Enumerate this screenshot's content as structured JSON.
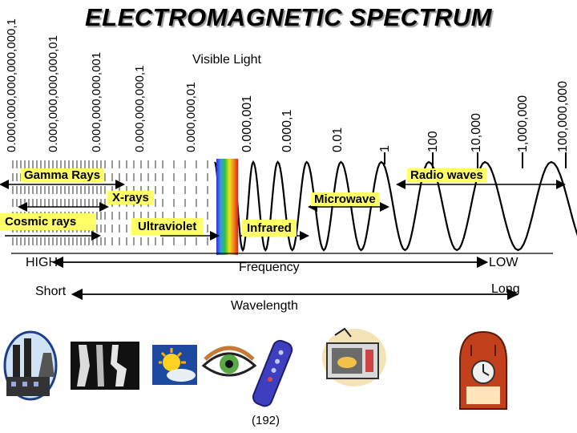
{
  "title": "ELECTROMAGNETIC SPECTRUM",
  "wavelength_scale": [
    "0.000,000,000,000,000,1",
    "0.000,000,000,000,01",
    "0.000,000,000,001",
    "0.000,000,000,1",
    "0.000,000,01",
    "0.000,001",
    "0.000,1",
    "0.01",
    "1",
    "100",
    "10,000",
    "1,000,000",
    "100,000,000"
  ],
  "visible_light_label": "Visible Light",
  "bands": {
    "gamma_rays": "Gamma Rays",
    "radio_waves": "Radio waves",
    "x_rays": "X-rays",
    "microwave": "Microwave",
    "cosmic_rays": "Cosmic rays",
    "ultraviolet": "Ultraviolet",
    "infrared": "Infrared"
  },
  "frequency": {
    "high": "HIGH",
    "label": "Frequency",
    "low": "LOW"
  },
  "wavelength": {
    "short": "Short",
    "label": "Wavelength",
    "long": "Long"
  },
  "page_number": "(192)",
  "colors": {
    "band_highlight": "#ffff66",
    "title_shadow": "#9a9a9a"
  },
  "icons": [
    "power-plant-icon",
    "xray-image-icon",
    "sun-icon",
    "eye-icon",
    "remote-control-icon",
    "microwave-oven-icon",
    "radio-icon"
  ]
}
